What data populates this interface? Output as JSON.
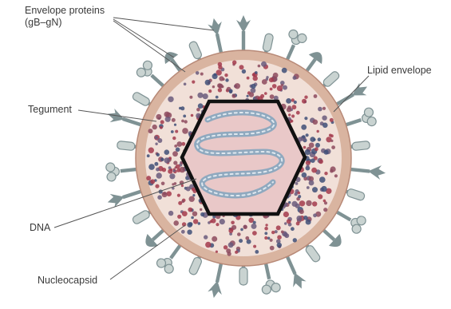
{
  "labels": {
    "envelope_proteins": {
      "line1": "Envelope proteins",
      "line2": "(gB–gN)"
    },
    "lipid_envelope": "Lipid envelope",
    "tegument": "Tegument",
    "dna": "DNA",
    "nucleocapsid": "Nucleocapsid"
  },
  "colors": {
    "lipid_envelope": "#d9b4a0",
    "envelope_edge": "#b88a78",
    "tegument_fill": "#f1e0d8",
    "tegument_dot_red": "#a3394c",
    "tegument_dot_blue": "#3f4f78",
    "capsid_fill": "#e9c8c8",
    "capsid_edge": "#111111",
    "dna": "#8fa9bf",
    "spike_dark": "#7f9294",
    "spike_light": "#c9d3d1",
    "leader": "#555555"
  }
}
